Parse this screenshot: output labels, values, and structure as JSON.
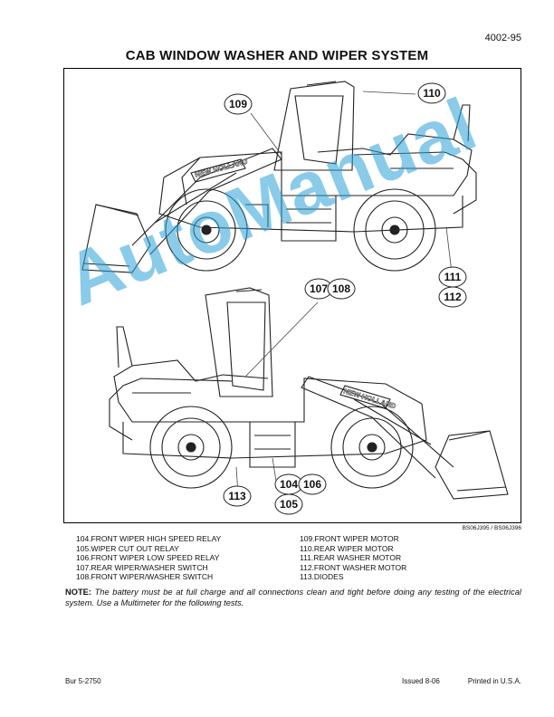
{
  "page_number": "4002-95",
  "title": "CAB WINDOW WASHER AND WIPER SYSTEM",
  "figure": {
    "code": "BS06J395 / BS06J396",
    "callouts": [
      "109",
      "110",
      "111",
      "112",
      "107",
      "108",
      "104",
      "106",
      "105",
      "113"
    ],
    "loader_decal": "NEW HOLLAND",
    "watermark": "AutoManual"
  },
  "legend_left": [
    "104.FRONT WIPER HIGH SPEED RELAY",
    "105.WIPER CUT OUT RELAY",
    "106.FRONT WIPER LOW SPEED RELAY",
    "107.REAR WIPER/WASHER SWITCH",
    "108.FRONT WIPER/WASHER SWITCH"
  ],
  "legend_right": [
    "109.FRONT WIPER MOTOR",
    "110.REAR WIPER MOTOR",
    "111.REAR WASHER MOTOR",
    "112.FRONT WASHER MOTOR",
    "113.DIODES"
  ],
  "note": {
    "label": "NOTE:",
    "text": "The battery must be at full charge and all connections clean and tight before doing any testing of the electrical system. Use a Multimeter for the following tests."
  },
  "footer": {
    "left": "Bur 5-2750",
    "issued": "Issued  8-06",
    "printed": "Printed in U.S.A."
  }
}
